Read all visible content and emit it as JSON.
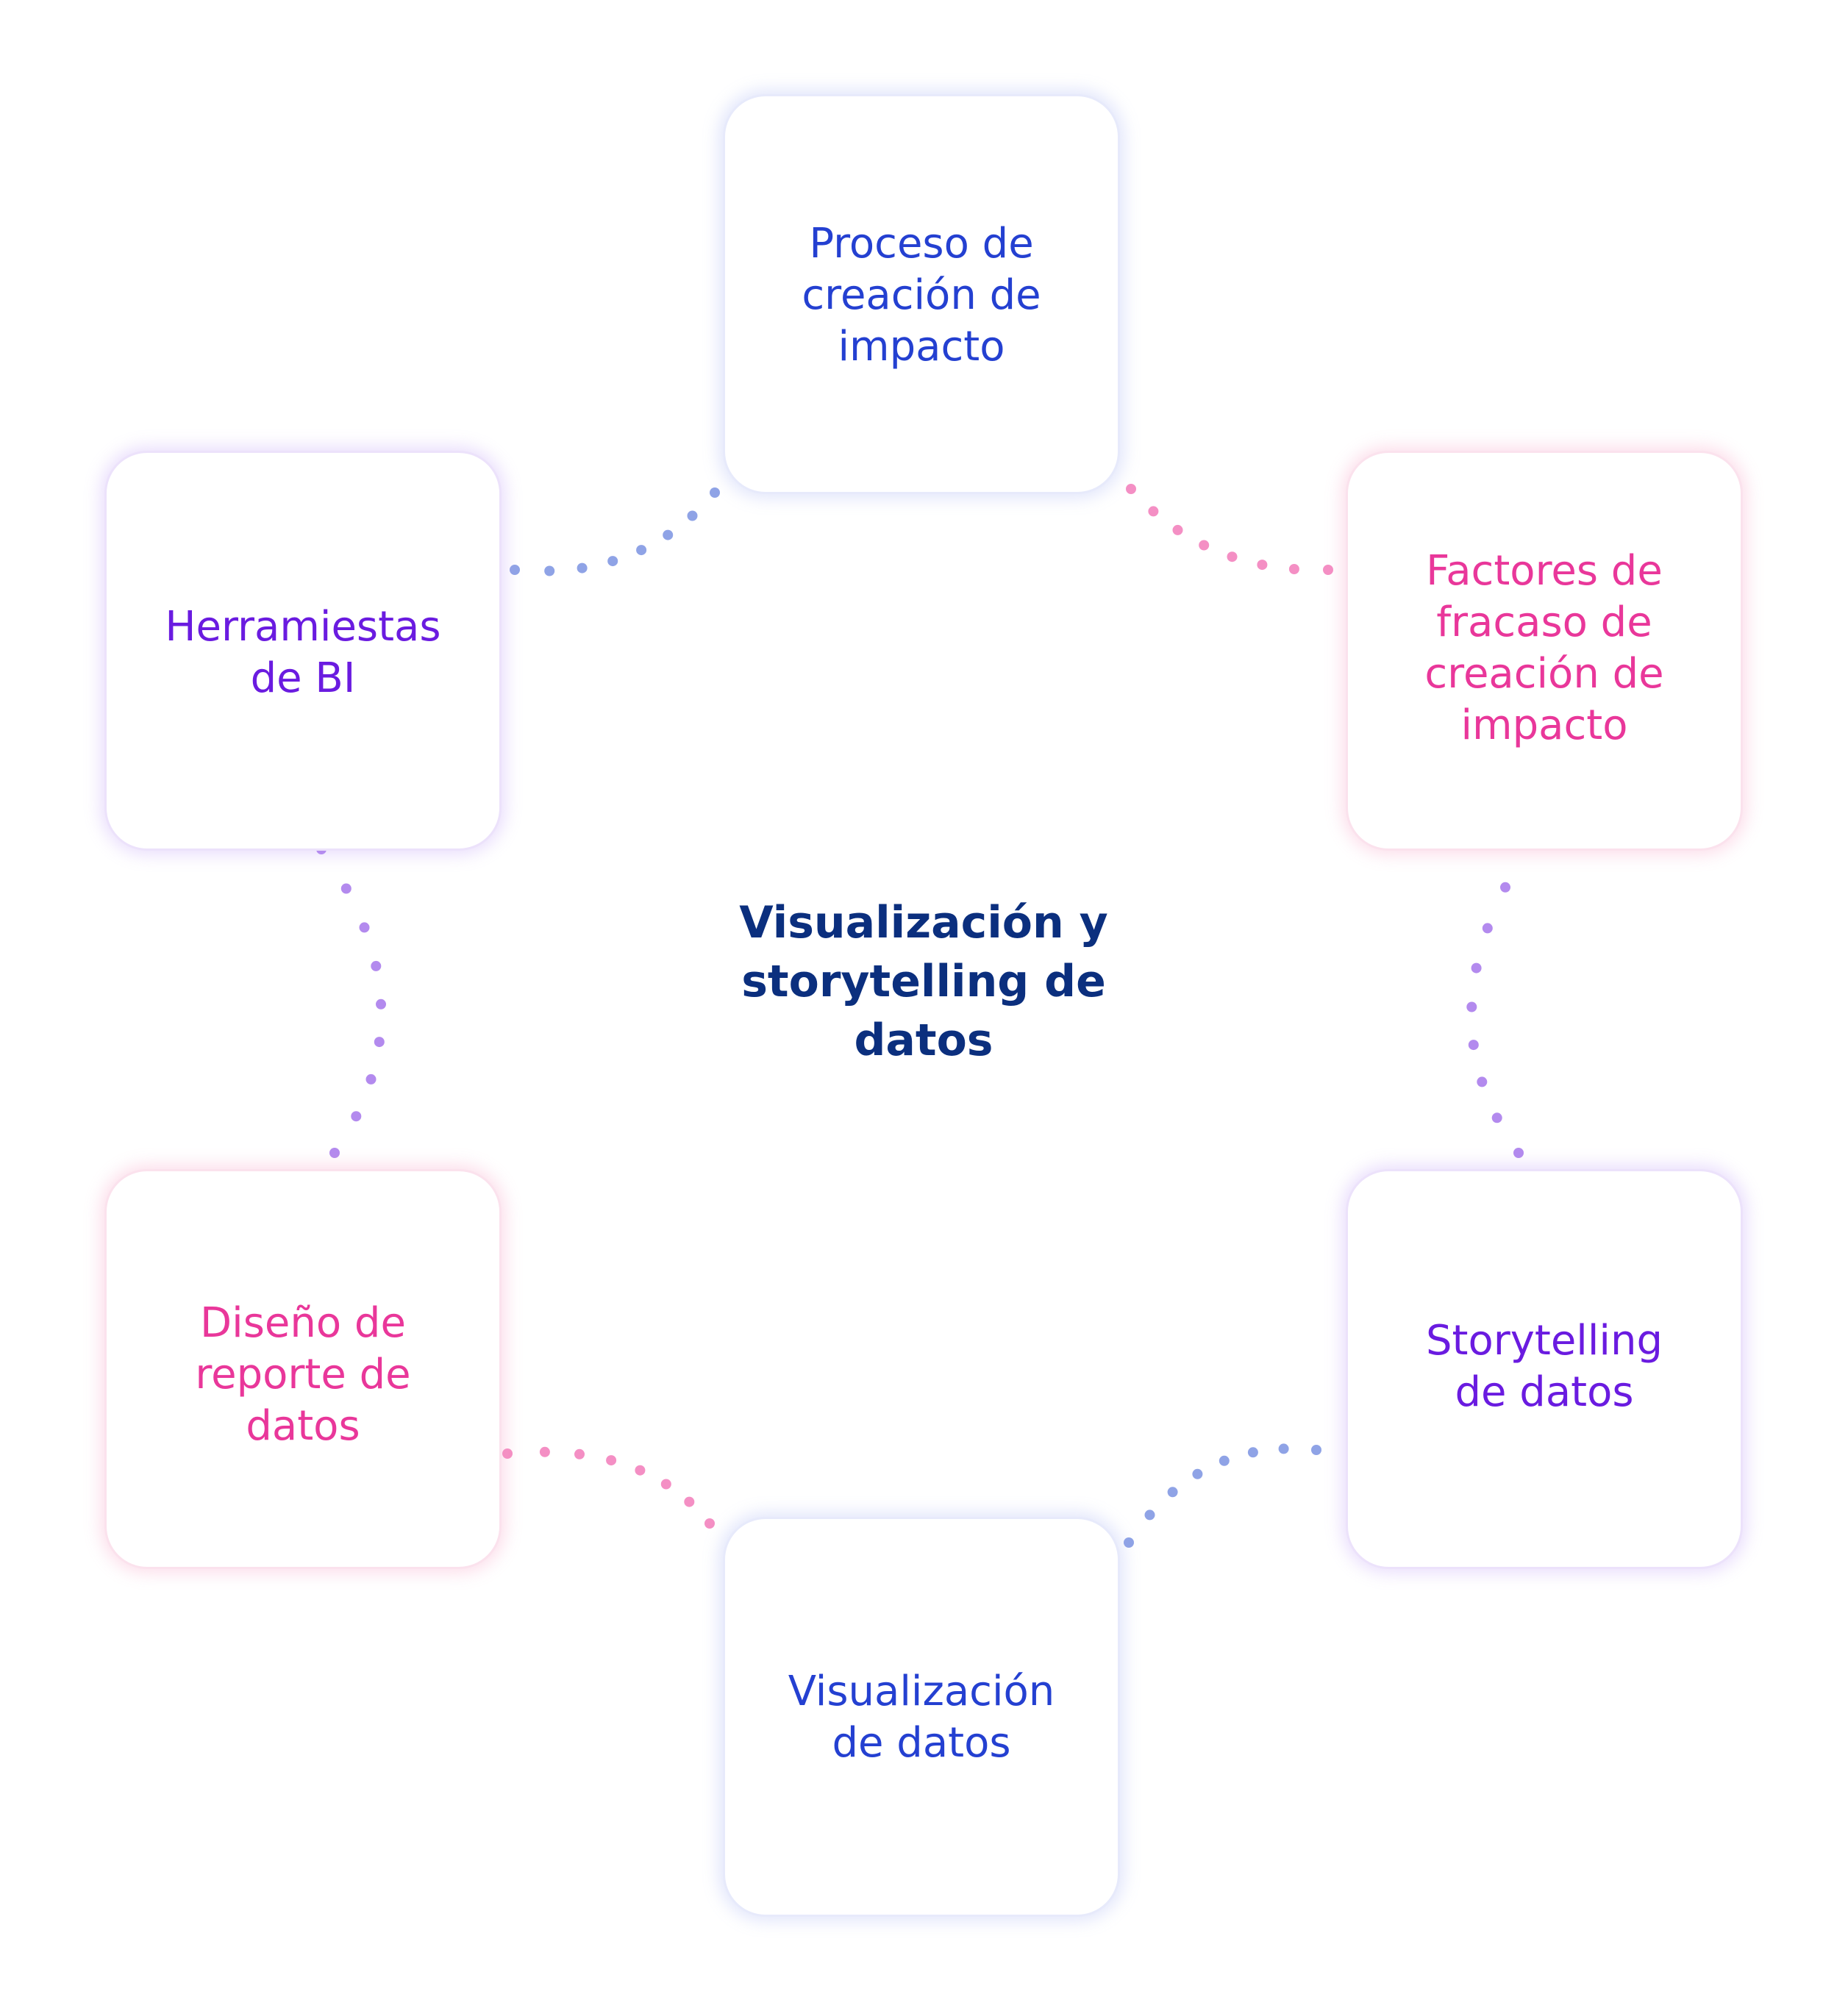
{
  "diagram": {
    "center_title": "Visualización y\nstorytelling de\ndatos",
    "nodes": [
      {
        "id": "top",
        "label": "Proceso de\ncreación de\nimpacto",
        "color": "#2440d1"
      },
      {
        "id": "top-right",
        "label": "Factores de\nfracaso de\ncreación de\nimpacto",
        "color": "#e9379a"
      },
      {
        "id": "bottom-right",
        "label": "Storytelling\nde datos",
        "color": "#6a1be0"
      },
      {
        "id": "bottom",
        "label": "Visualización\nde datos",
        "color": "#2440d1"
      },
      {
        "id": "bottom-left",
        "label": "Diseño de\nreporte de\ndatos",
        "color": "#e9379a"
      },
      {
        "id": "top-left",
        "label": "Herramiestas\nde BI",
        "color": "#6a1be0"
      }
    ],
    "connector_colors": {
      "blue": "#8fa3e6",
      "pink": "#f48fc4",
      "purple": "#b38aee"
    },
    "title_color": "#0b2f7e"
  }
}
